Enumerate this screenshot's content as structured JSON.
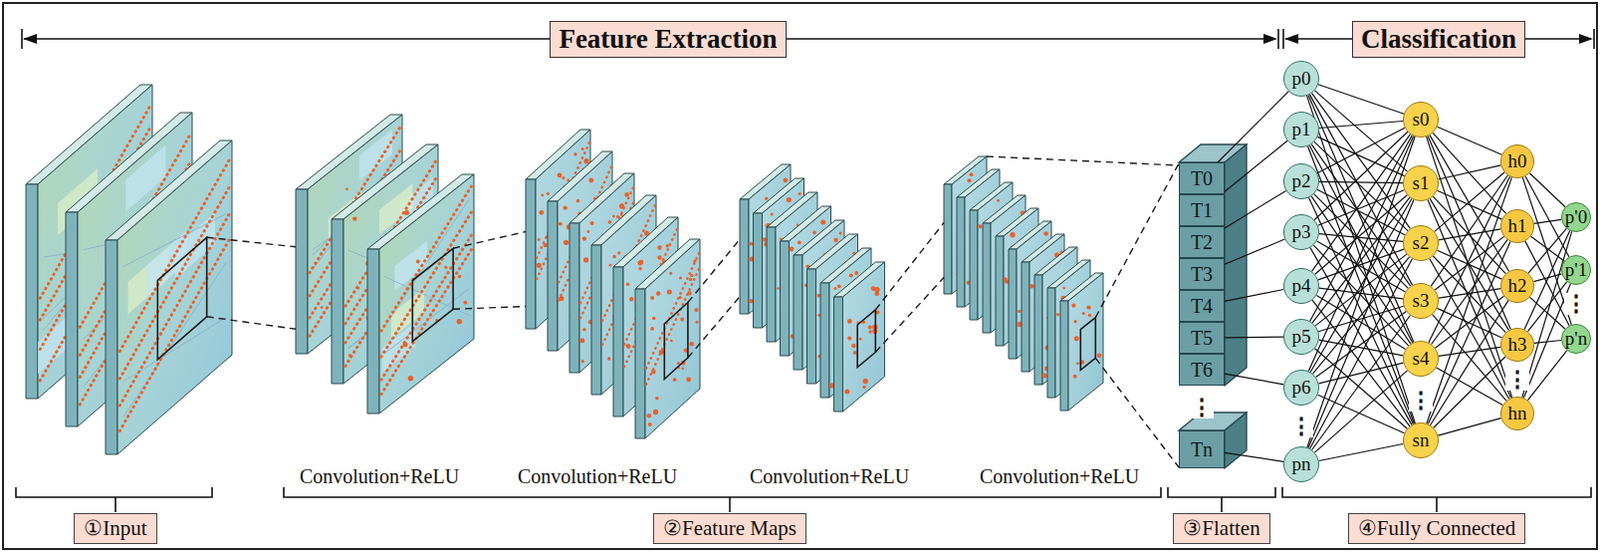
{
  "diagram": {
    "nodes": [
      {
        "text": [
          "Feature Extraction"
        ]
      },
      {
        "text": [
          "Classification"
        ]
      },
      {
        "text": [
          "T0"
        ]
      },
      {
        "text": [
          "T1"
        ]
      },
      {
        "text": [
          "T2"
        ]
      },
      {
        "text": [
          "T3"
        ]
      },
      {
        "text": [
          "T4"
        ]
      },
      {
        "text": [
          "T5"
        ]
      },
      {
        "text": [
          "T6"
        ]
      },
      {
        "text": [
          "Tn"
        ]
      },
      {
        "text": [
          "p0"
        ]
      },
      {
        "text": [
          "p1"
        ]
      },
      {
        "text": [
          "p2"
        ]
      },
      {
        "text": [
          "p3"
        ]
      },
      {
        "text": [
          "p4"
        ]
      },
      {
        "text": [
          "p5"
        ]
      },
      {
        "text": [
          "p6"
        ]
      },
      {
        "text": [
          "pn"
        ]
      },
      {
        "text": [
          "s0"
        ]
      },
      {
        "text": [
          "s1"
        ]
      },
      {
        "text": [
          "s2"
        ]
      },
      {
        "text": [
          "s3"
        ]
      },
      {
        "text": [
          "s4"
        ]
      },
      {
        "text": [
          "sn"
        ]
      },
      {
        "text": [
          "h0"
        ]
      },
      {
        "text": [
          "h1"
        ]
      },
      {
        "text": [
          "h2"
        ]
      },
      {
        "text": [
          "h3"
        ]
      },
      {
        "text": [
          "hn"
        ]
      },
      {
        "text": [
          "p'0"
        ]
      },
      {
        "text": [
          "p'1"
        ]
      },
      {
        "text": [
          "p'n"
        ]
      },
      {
        "text": [
          "①Input"
        ]
      },
      {
        "text": [
          "②Feature Maps"
        ]
      },
      {
        "text": [
          "③Flatten"
        ]
      },
      {
        "text": [
          "④Fully Connected"
        ]
      }
    ],
    "edges": [
      {
        "from": 2,
        "to": 10,
        "arrow": "none"
      },
      {
        "from": 3,
        "to": 11,
        "arrow": "none"
      },
      {
        "from": 4,
        "to": 12,
        "arrow": "none"
      },
      {
        "from": 5,
        "to": 13,
        "arrow": "none"
      },
      {
        "from": 6,
        "to": 14,
        "arrow": "none"
      },
      {
        "from": 7,
        "to": 15,
        "arrow": "none"
      },
      {
        "from": 8,
        "to": 16,
        "arrow": "none"
      },
      {
        "from": 9,
        "to": 17,
        "arrow": "none"
      },
      {
        "from": 10,
        "to": 18,
        "arrow": "none"
      },
      {
        "from": 10,
        "to": 19,
        "arrow": "none"
      },
      {
        "from": 10,
        "to": 20,
        "arrow": "none"
      },
      {
        "from": 10,
        "to": 21,
        "arrow": "none"
      },
      {
        "from": 10,
        "to": 22,
        "arrow": "none"
      },
      {
        "from": 10,
        "to": 23,
        "arrow": "none"
      },
      {
        "from": 11,
        "to": 18,
        "arrow": "none"
      },
      {
        "from": 11,
        "to": 19,
        "arrow": "none"
      },
      {
        "from": 11,
        "to": 20,
        "arrow": "none"
      },
      {
        "from": 11,
        "to": 21,
        "arrow": "none"
      },
      {
        "from": 11,
        "to": 22,
        "arrow": "none"
      },
      {
        "from": 11,
        "to": 23,
        "arrow": "none"
      },
      {
        "from": 12,
        "to": 18,
        "arrow": "none"
      },
      {
        "from": 12,
        "to": 19,
        "arrow": "none"
      },
      {
        "from": 12,
        "to": 20,
        "arrow": "none"
      },
      {
        "from": 12,
        "to": 21,
        "arrow": "none"
      },
      {
        "from": 12,
        "to": 22,
        "arrow": "none"
      },
      {
        "from": 12,
        "to": 23,
        "arrow": "none"
      },
      {
        "from": 13,
        "to": 18,
        "arrow": "none"
      },
      {
        "from": 13,
        "to": 19,
        "arrow": "none"
      },
      {
        "from": 13,
        "to": 20,
        "arrow": "none"
      },
      {
        "from": 13,
        "to": 21,
        "arrow": "none"
      },
      {
        "from": 13,
        "to": 22,
        "arrow": "none"
      },
      {
        "from": 13,
        "to": 23,
        "arrow": "none"
      },
      {
        "from": 14,
        "to": 18,
        "arrow": "none"
      },
      {
        "from": 14,
        "to": 19,
        "arrow": "none"
      },
      {
        "from": 14,
        "to": 20,
        "arrow": "none"
      },
      {
        "from": 14,
        "to": 21,
        "arrow": "none"
      },
      {
        "from": 14,
        "to": 22,
        "arrow": "none"
      },
      {
        "from": 14,
        "to": 23,
        "arrow": "none"
      },
      {
        "from": 15,
        "to": 18,
        "arrow": "none"
      },
      {
        "from": 15,
        "to": 19,
        "arrow": "none"
      },
      {
        "from": 15,
        "to": 20,
        "arrow": "none"
      },
      {
        "from": 15,
        "to": 21,
        "arrow": "none"
      },
      {
        "from": 15,
        "to": 22,
        "arrow": "none"
      },
      {
        "from": 15,
        "to": 23,
        "arrow": "none"
      },
      {
        "from": 16,
        "to": 18,
        "arrow": "none"
      },
      {
        "from": 16,
        "to": 19,
        "arrow": "none"
      },
      {
        "from": 16,
        "to": 20,
        "arrow": "none"
      },
      {
        "from": 16,
        "to": 21,
        "arrow": "none"
      },
      {
        "from": 16,
        "to": 22,
        "arrow": "none"
      },
      {
        "from": 16,
        "to": 23,
        "arrow": "none"
      },
      {
        "from": 17,
        "to": 18,
        "arrow": "none"
      },
      {
        "from": 17,
        "to": 19,
        "arrow": "none"
      },
      {
        "from": 17,
        "to": 20,
        "arrow": "none"
      },
      {
        "from": 17,
        "to": 21,
        "arrow": "none"
      },
      {
        "from": 17,
        "to": 22,
        "arrow": "none"
      },
      {
        "from": 17,
        "to": 23,
        "arrow": "none"
      },
      {
        "from": 18,
        "to": 24,
        "arrow": "none"
      },
      {
        "from": 18,
        "to": 25,
        "arrow": "none"
      },
      {
        "from": 18,
        "to": 26,
        "arrow": "none"
      },
      {
        "from": 18,
        "to": 27,
        "arrow": "none"
      },
      {
        "from": 18,
        "to": 28,
        "arrow": "none"
      },
      {
        "from": 19,
        "to": 24,
        "arrow": "none"
      },
      {
        "from": 19,
        "to": 25,
        "arrow": "none"
      },
      {
        "from": 19,
        "to": 26,
        "arrow": "none"
      },
      {
        "from": 19,
        "to": 27,
        "arrow": "none"
      },
      {
        "from": 19,
        "to": 28,
        "arrow": "none"
      },
      {
        "from": 20,
        "to": 24,
        "arrow": "none"
      },
      {
        "from": 20,
        "to": 25,
        "arrow": "none"
      },
      {
        "from": 20,
        "to": 26,
        "arrow": "none"
      },
      {
        "from": 20,
        "to": 27,
        "arrow": "none"
      },
      {
        "from": 20,
        "to": 28,
        "arrow": "none"
      },
      {
        "from": 21,
        "to": 24,
        "arrow": "none"
      },
      {
        "from": 21,
        "to": 25,
        "arrow": "none"
      },
      {
        "from": 21,
        "to": 26,
        "arrow": "none"
      },
      {
        "from": 21,
        "to": 27,
        "arrow": "none"
      },
      {
        "from": 21,
        "to": 28,
        "arrow": "none"
      },
      {
        "from": 22,
        "to": 24,
        "arrow": "none"
      },
      {
        "from": 22,
        "to": 25,
        "arrow": "none"
      },
      {
        "from": 22,
        "to": 26,
        "arrow": "none"
      },
      {
        "from": 22,
        "to": 27,
        "arrow": "none"
      },
      {
        "from": 22,
        "to": 28,
        "arrow": "none"
      },
      {
        "from": 23,
        "to": 24,
        "arrow": "none"
      },
      {
        "from": 23,
        "to": 25,
        "arrow": "none"
      },
      {
        "from": 23,
        "to": 26,
        "arrow": "none"
      },
      {
        "from": 23,
        "to": 27,
        "arrow": "none"
      },
      {
        "from": 23,
        "to": 28,
        "arrow": "none"
      },
      {
        "from": 24,
        "to": 29,
        "arrow": "none"
      },
      {
        "from": 24,
        "to": 30,
        "arrow": "none"
      },
      {
        "from": 24,
        "to": 31,
        "arrow": "none"
      },
      {
        "from": 25,
        "to": 29,
        "arrow": "none"
      },
      {
        "from": 25,
        "to": 30,
        "arrow": "none"
      },
      {
        "from": 25,
        "to": 31,
        "arrow": "none"
      },
      {
        "from": 26,
        "to": 29,
        "arrow": "none"
      },
      {
        "from": 26,
        "to": 30,
        "arrow": "none"
      },
      {
        "from": 26,
        "to": 31,
        "arrow": "none"
      },
      {
        "from": 27,
        "to": 29,
        "arrow": "none"
      },
      {
        "from": 27,
        "to": 30,
        "arrow": "none"
      },
      {
        "from": 27,
        "to": 31,
        "arrow": "none"
      },
      {
        "from": 28,
        "to": 29,
        "arrow": "none"
      },
      {
        "from": 28,
        "to": 30,
        "arrow": "none"
      },
      {
        "from": 28,
        "to": 31,
        "arrow": "none"
      }
    ],
    "labels": [
      "Convolution+ReLU",
      "Convolution+ReLU",
      "Convolution+ReLU",
      "Convolution+ReLU",
      "⋮",
      "⋮",
      "⋮",
      "⋮",
      "⋮"
    ]
  }
}
